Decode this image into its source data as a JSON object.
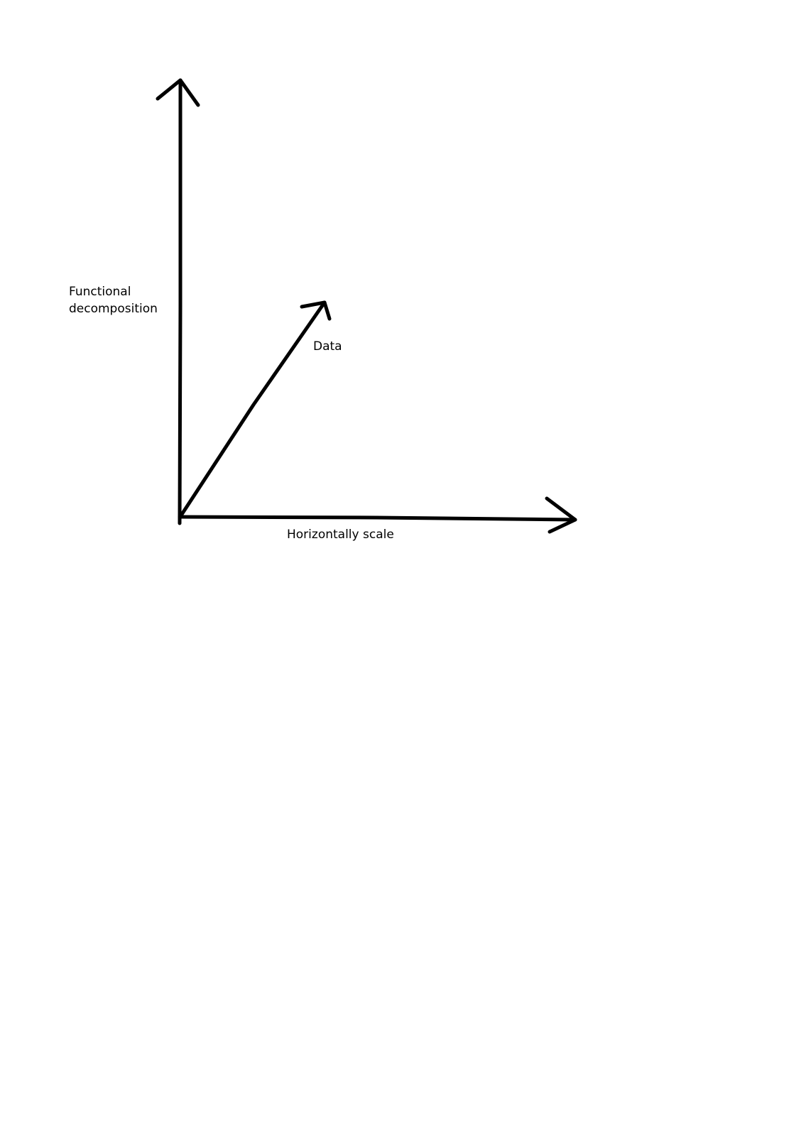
{
  "diagram": {
    "stroke_color": "#000000",
    "background_color": "#ffffff",
    "labels": {
      "vertical_axis_line1": "Functional",
      "vertical_axis_line2": "decomposition",
      "diagonal_axis": "Data",
      "horizontal_axis": "Horizontally scale"
    }
  }
}
